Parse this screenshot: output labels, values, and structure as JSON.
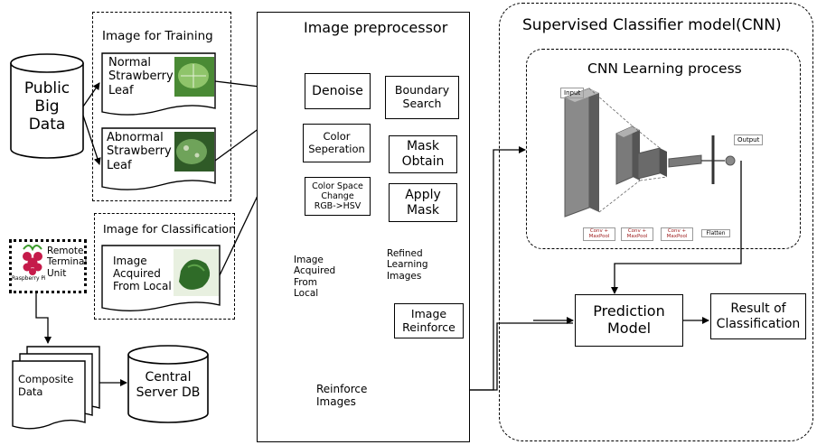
{
  "sources": {
    "public_big_data": "Public\nBig\nData",
    "remote_terminal_unit": "Remote\nTerminal\nUnit",
    "raspberry_label": "Raspberry Pi",
    "composite_data": "Composite\nData",
    "central_server_db": "Central\nServer DB"
  },
  "training": {
    "title": "Image for Training",
    "normal_leaf": "Normal\nStrawberry\nLeaf",
    "abnormal_leaf": "Abnormal\nStrawberry\nLeaf"
  },
  "classification": {
    "title": "Image for Classification",
    "acquired": "Image\nAcquired\nFrom Local"
  },
  "preprocessor": {
    "title": "Image preprocessor",
    "denoise": "Denoise",
    "color_separation": "Color\nSeperation",
    "color_space_change": "Color Space\nChange\nRGB->HSV",
    "boundary_search": "Boundary\nSearch",
    "mask_obtain": "Mask\nObtain",
    "apply_mask": "Apply\nMask",
    "acquired_local": "Image\nAcquired\nFrom\nLocal",
    "refined_images": "Refined\nLearning\nImages",
    "image_reinforce": "Image\nReinforce",
    "reinforce_images": "Reinforce\nImages"
  },
  "classifier": {
    "title": "Supervised  Classifier  model(CNN)",
    "cnn_process": "CNN Learning process",
    "input_label": "Input",
    "output_label": "Output",
    "conv1": "Conv +\nMaxPool",
    "conv2": "Conv +\nMaxPool",
    "conv3": "Conv +\nMaxPool",
    "flatten": "Flatten",
    "prediction_model": "Prediction\nModel",
    "result": "Result of\nClassification"
  },
  "colors": {
    "leaf_green": "#3f7a2e",
    "leaf_dark": "#1f3d17",
    "raspberry": "#c51a4a",
    "cnn_grey": "#6d6d6d"
  }
}
